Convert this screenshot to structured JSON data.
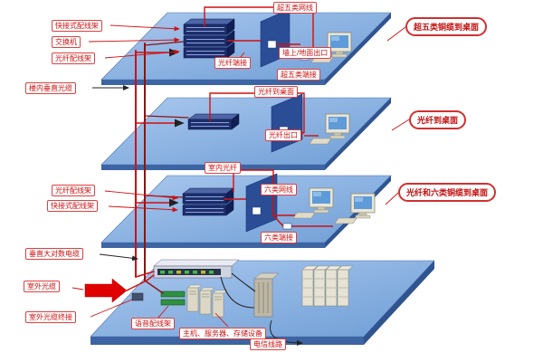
{
  "diagram": {
    "floor1": {
      "cable_top": "超五类网线",
      "rack_labels": {
        "quick_patch": "快接式配线架",
        "switch": "交换机",
        "fiber_patch": "光纤配线架"
      },
      "fiber_term": "光纤端接",
      "outlet": "墙上/地面出口",
      "cat5e_term": "超五类端接",
      "callout": "超五类铜缆到桌面"
    },
    "floor2": {
      "cable_top": "光纤到桌面",
      "fiber_outlet": "光纤出口",
      "callout": "光纤到桌面"
    },
    "floor3": {
      "indoor_fiber": "室内光纤",
      "rack_labels": {
        "fiber_patch": "光纤配线架",
        "quick_patch": "快接式配线架"
      },
      "cat6_cable": "六类网线",
      "cat6_term": "六类端接",
      "callout": "光纤和六类铜缆到桌面"
    },
    "riser": {
      "vertical_fiber": "楼内垂直光缆",
      "vertical_copper": "垂直大对数电缆"
    },
    "basement": {
      "outdoor_fiber": "室外光缆",
      "outdoor_fiber_term": "室外光缆终接",
      "voice_patch": "语音配线架",
      "servers": "主机、服务器、存储设备",
      "telecom": "电信线路"
    },
    "colors": {
      "floor_surface": "#8fb6e4",
      "floor_edge": "#3d64a3",
      "wall": "#2a4d96",
      "cable_red": "#d01010",
      "cable_copper": "#8a1515",
      "label_red": "#cc1111",
      "rack_navy": "#1d2f6e",
      "equipment_beige": "#e6e2d4",
      "voice_green": "#2f9140"
    }
  }
}
